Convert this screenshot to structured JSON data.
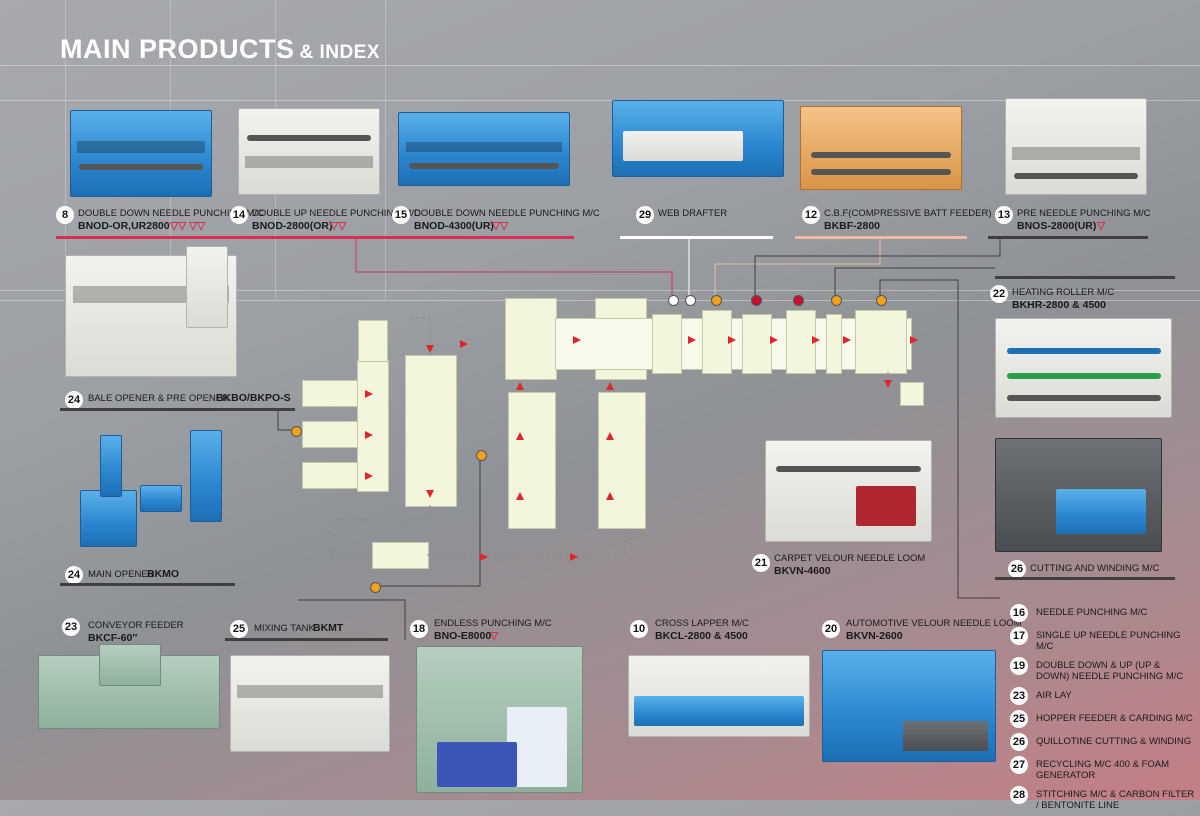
{
  "page": {
    "title_main": "MAIN PRODUCTS",
    "title_sub": "& INDEX"
  },
  "top_products": [
    {
      "num": "8",
      "label": "DOUBLE DOWN NEEDLE PUNCHING M/C",
      "code": "BNOD-OR,UR2800",
      "mark": "▽▽ ▽▽"
    },
    {
      "num": "14",
      "label": "DOUBLE UP NEEDLE PUNCHING M/C",
      "code": "BNOD-2800(OR)",
      "mark": "▽▽"
    },
    {
      "num": "15",
      "label": "DOUBLE DOWN NEEDLE PUNCHING M/C",
      "code": "BNOD-4300(UR)",
      "mark": "▽▽"
    },
    {
      "num": "29",
      "label": "WEB DRAFTER",
      "code": "",
      "mark": ""
    },
    {
      "num": "12",
      "label": "C.B.F(COMPRESSIVE BATT FEEDER)",
      "code": "BKBF-2800",
      "mark": ""
    },
    {
      "num": "13",
      "label": "PRE NEEDLE PUNCHING M/C",
      "code": "BNOS-2800(UR)",
      "mark": "▽"
    }
  ],
  "right_products": [
    {
      "num": "22",
      "label": "HEATING ROLLER M/C",
      "code": "BKHR-2800 & 4500"
    },
    {
      "num": "26",
      "label": "CUTTING AND WINDING M/C",
      "code": ""
    }
  ],
  "left_products": [
    {
      "num": "24",
      "label": "BALE OPENER & PRE OPENER",
      "code": "BKBO/BKPO-S"
    },
    {
      "num": "24",
      "label": "MAIN OPENER",
      "code": "BKMO"
    }
  ],
  "center_products": [
    {
      "num": "21",
      "label": "CARPET VELOUR NEEDLE LOOM",
      "code": "BKVN-4600"
    }
  ],
  "bottom_products": [
    {
      "num": "23",
      "label": "CONVEYOR FEEDER",
      "code": "BKCF-60″"
    },
    {
      "num": "25",
      "label": "MIXING TANK",
      "code": "BKMT"
    },
    {
      "num": "18",
      "label": "ENDLESS PUNCHING M/C",
      "code": "BNO-E8000",
      "mark": "▽"
    },
    {
      "num": "10",
      "label": "CROSS LAPPER M/C",
      "code": "BKCL-2800 & 4500"
    },
    {
      "num": "20",
      "label": "AUTOMOTIVE VELOUR NEEDLE LOOM",
      "code": "BKVN-2600"
    }
  ],
  "index": [
    {
      "num": "16",
      "text": "NEEDLE PUNCHING M/C"
    },
    {
      "num": "17",
      "text": "SINGLE UP NEEDLE PUNCHING M/C"
    },
    {
      "num": "19",
      "text": "DOUBLE DOWN & UP (UP & DOWN) NEEDLE PUNCHING M/C"
    },
    {
      "num": "23",
      "text": "AIR LAY"
    },
    {
      "num": "25",
      "text": "HOPPER FEEDER & CARDING M/C"
    },
    {
      "num": "26",
      "text": "QUILLOTINE CUTTING & WINDING"
    },
    {
      "num": "27",
      "text": "RECYCLING M/C 400 & FOAM GENERATOR"
    },
    {
      "num": "28",
      "text": "STITCHING M/C & CARBON FILTER / BENTONITE LINE"
    }
  ],
  "colors": {
    "accent_red": "#d6324f",
    "white_line": "#ffffff",
    "salmon_line": "#f2b9a4",
    "dark_line": "#3f3f3f",
    "arrow_red": "#e0262d",
    "dot_orange": "#f0a21a",
    "dot_red": "#c8102e"
  }
}
